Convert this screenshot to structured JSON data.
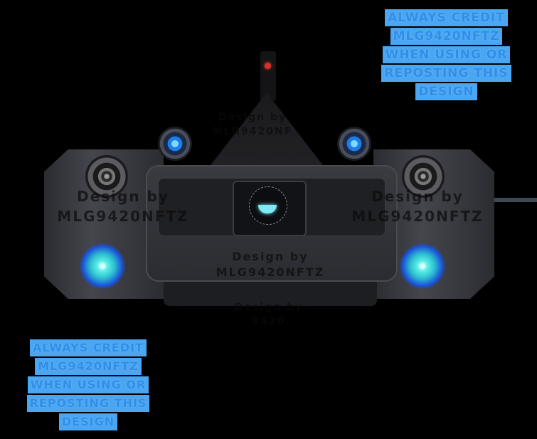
{
  "credits": {
    "top_right": [
      "ALWAYS CREDIT",
      "MLG9420NFTZ",
      "WHEN USING OR",
      "REPOSTING THIS",
      "DESIGN"
    ],
    "bottom_left": [
      "ALWAYS CREDIT",
      "MLG9420NFTZ",
      "WHEN USING OR",
      "REPOSTING THIS",
      "DESIGN"
    ],
    "color": "#4ba6f2"
  },
  "watermarks": {
    "center": [
      "Design by",
      "MLG9420NFTZ"
    ],
    "left": [
      "Design by",
      "MLG9420NFTZ"
    ],
    "right": [
      "Design by",
      "MLG9420NFTZ"
    ],
    "top": [
      "Design by",
      "MLG9420NF"
    ],
    "bottom": [
      "Design by",
      "9420"
    ]
  },
  "artwork": {
    "subject": "dark gray spaceship top view with blue energy orbs",
    "accent_colors": {
      "energy": "#5ff0e8",
      "pod_light": "#1e7ee8",
      "beacon": "#d8302c",
      "hull": "#2b2c31"
    }
  }
}
